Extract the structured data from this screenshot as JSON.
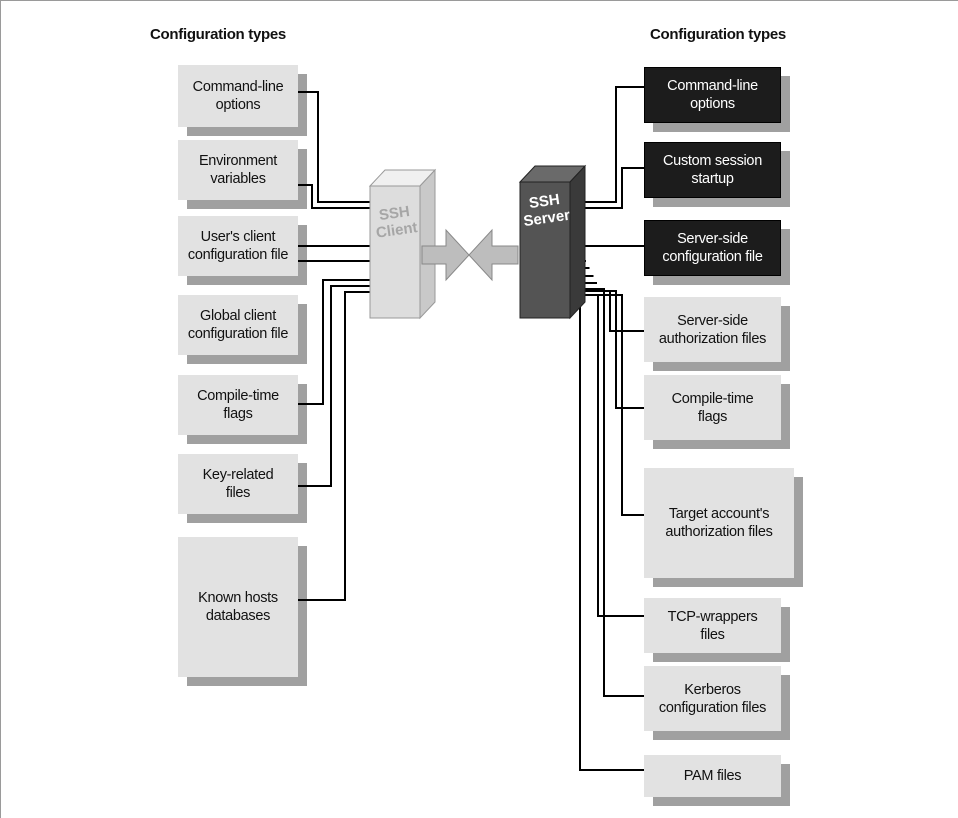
{
  "headings": {
    "left": "Configuration types",
    "right": "Configuration types"
  },
  "client": {
    "label": "SSH\nClient",
    "types": [
      "Command-line\noptions",
      "Environment\nvariables",
      "User's client\nconfiguration file",
      "Global client\nconfiguration file",
      "Compile-time\nflags",
      "Key-related\nfiles",
      "Known hosts\ndatabases"
    ]
  },
  "server": {
    "label": "SSH\nServer",
    "types": [
      "Command-line\noptions",
      "Custom session\nstartup",
      "Server-side\nconfiguration file",
      "Server-side\nauthorization files",
      "Compile-time\nflags",
      "Target account's\nauthorization files",
      "TCP-wrappers\nfiles",
      "Kerberos\nconfiguration files",
      "PAM files"
    ]
  },
  "colors": {
    "client_box": "#e2e2e2",
    "server_highlight_box": "#1c1c1c",
    "shadow": "#a0a0a0",
    "line": "#000000"
  }
}
